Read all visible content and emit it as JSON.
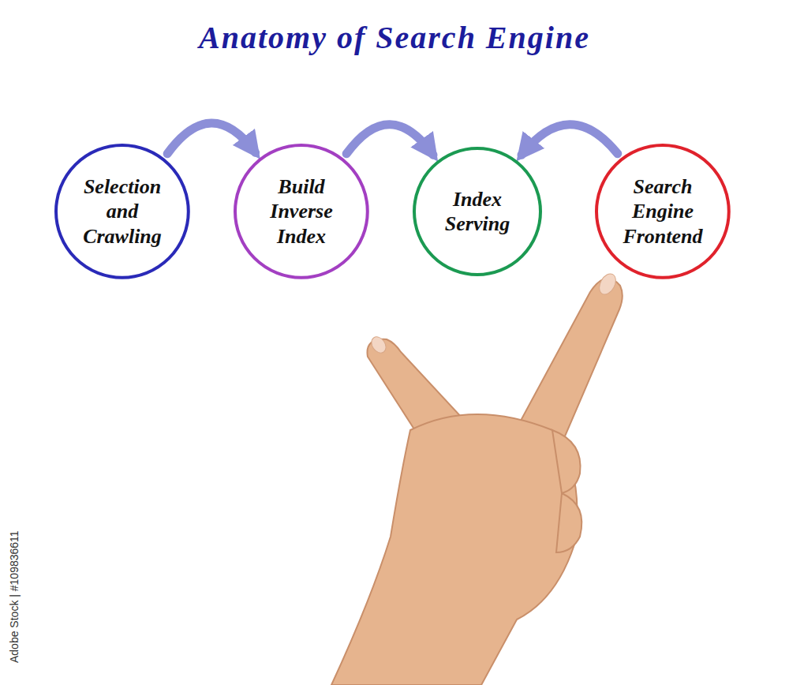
{
  "diagram": {
    "title": "Anatomy of Search Engine",
    "nodes": [
      {
        "text": [
          "Selection and Crawling"
        ]
      },
      {
        "text": [
          "Build Inverse Index"
        ]
      },
      {
        "text": [
          "Index Serving"
        ]
      },
      {
        "text": [
          "Search Engine Frontend"
        ]
      }
    ],
    "edges": [
      {
        "from": 0,
        "to": 1,
        "arrow": "to"
      },
      {
        "from": 1,
        "to": 2,
        "arrow": "to"
      },
      {
        "from": 3,
        "to": 2,
        "arrow": "to"
      }
    ],
    "labels": [
      "Adobe Stock | #109836611"
    ]
  }
}
